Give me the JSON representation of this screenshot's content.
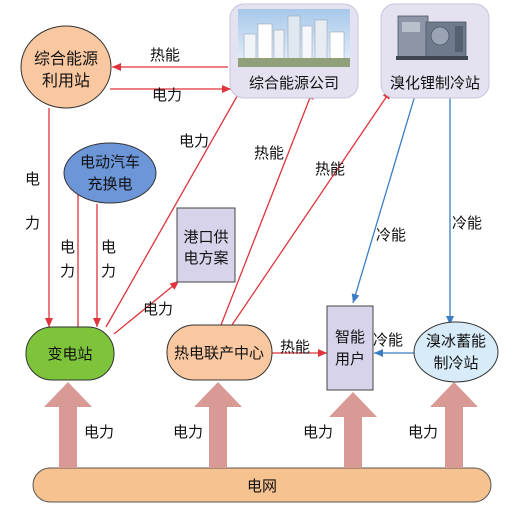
{
  "nodes": {
    "integrated_energy_station": [
      "综合能源",
      "利用站"
    ],
    "integrated_energy_company": "综合能源公司",
    "lithium_bromide_cooling_station": "溴化锂制冷站",
    "ev_charging": [
      "电动汽车",
      "充换电"
    ],
    "port_power_plan": [
      "港口供",
      "电方案"
    ],
    "substation": "变电站",
    "chp_center": "热电联产中心",
    "smart_user": [
      "智能",
      "用户"
    ],
    "ice_storage_cooling_station": [
      "溴冰蓄能",
      "制冷站"
    ],
    "power_grid": "电网"
  },
  "edge_labels": {
    "heat": "热能",
    "electricity": "电力",
    "cooling": "冷能"
  },
  "colors": {
    "red_arrow": "#e0333c",
    "blue_arrow": "#3b7dc4",
    "green_node": "#7ec43b",
    "orange_node": "#f9c8a0",
    "blue_node": "#6c96d8",
    "light_blue_node": "#d7ecf8",
    "grid_bar": "#f6c28f",
    "pink_arrow": "#d99a96",
    "lavender_box": "#d6d3ea"
  }
}
